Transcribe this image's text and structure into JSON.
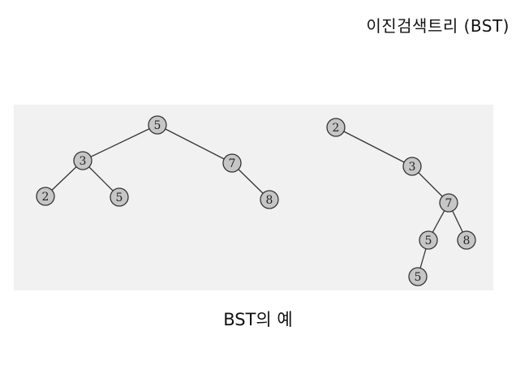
{
  "header": {
    "title": "이진검색트리 (BST)"
  },
  "caption": "BST의 예",
  "trees": [
    {
      "nodes": [
        {
          "id": "a1",
          "label": "5"
        },
        {
          "id": "a2",
          "label": "3"
        },
        {
          "id": "a3",
          "label": "7"
        },
        {
          "id": "a4",
          "label": "2"
        },
        {
          "id": "a5",
          "label": "5"
        },
        {
          "id": "a6",
          "label": "8"
        }
      ],
      "edges": [
        [
          "a1",
          "a2"
        ],
        [
          "a1",
          "a3"
        ],
        [
          "a2",
          "a4"
        ],
        [
          "a2",
          "a5"
        ],
        [
          "a3",
          "a6"
        ]
      ]
    },
    {
      "nodes": [
        {
          "id": "b1",
          "label": "2"
        },
        {
          "id": "b2",
          "label": "3"
        },
        {
          "id": "b3",
          "label": "7"
        },
        {
          "id": "b4",
          "label": "5"
        },
        {
          "id": "b5",
          "label": "8"
        },
        {
          "id": "b6",
          "label": "5"
        }
      ],
      "edges": [
        [
          "b1",
          "b2"
        ],
        [
          "b2",
          "b3"
        ],
        [
          "b3",
          "b4"
        ],
        [
          "b3",
          "b5"
        ],
        [
          "b4",
          "b6"
        ]
      ]
    }
  ]
}
